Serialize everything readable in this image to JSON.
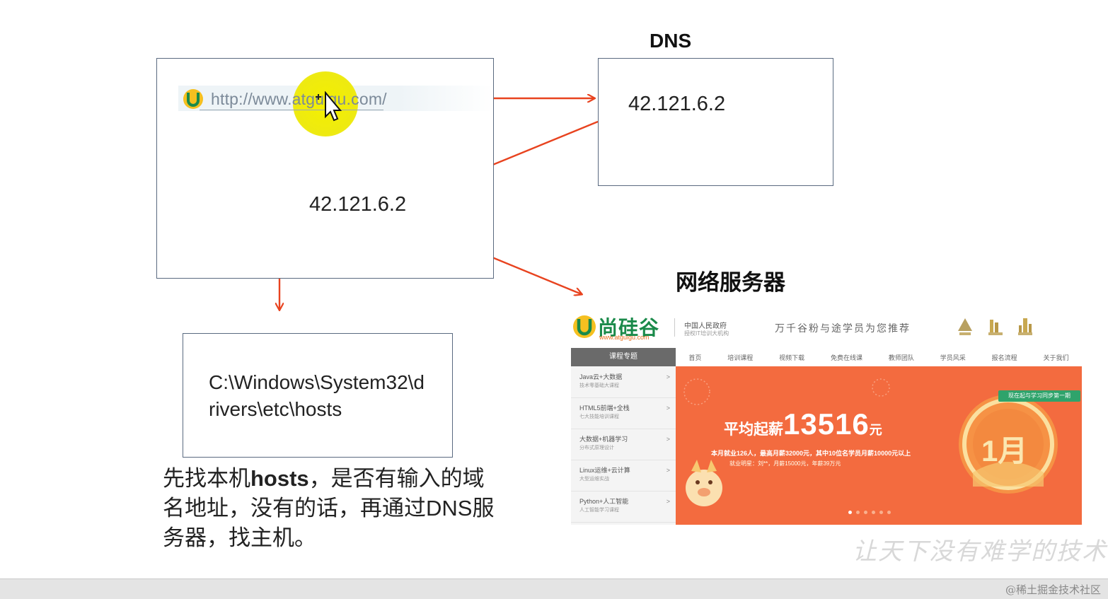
{
  "browser": {
    "url": "http://www.atguigu.com/",
    "resolved_ip": "42.121.6.2"
  },
  "dns": {
    "label": "DNS",
    "ip": "42.121.6.2"
  },
  "hosts": {
    "path": "C:\\Windows\\System32\\drivers\\etc\\hosts",
    "note_part1": "先找本机",
    "note_bold": "hosts",
    "note_part2": "，是否有输入的域名地址，没有的话，再通过DNS服务器，找主机。"
  },
  "server": {
    "label": "网络服务器",
    "site": {
      "logo_text": "尚硅谷",
      "logo_sub": "www.atguigu.com",
      "tag1": "中国人民政府",
      "tag2": "授权IT培训大机构",
      "slogan": "万千谷粉与途学员为您推荐",
      "nav_category": "课程专题",
      "nav_items": [
        "首页",
        "培训课程",
        "视频下载",
        "免费在线课",
        "教师团队",
        "学员风采",
        "报名流程",
        "关于我们"
      ],
      "side_items": [
        {
          "title": "Java云+大数据",
          "sub": "技术零基础大课程"
        },
        {
          "title": "HTML5前端+全栈",
          "sub": "七大技能培训课程"
        },
        {
          "title": "大数据+机器学习",
          "sub": "分布式原理设计"
        },
        {
          "title": "Linux运维+云计算",
          "sub": "大型运维实战"
        },
        {
          "title": "Python+人工智能",
          "sub": "人工智能学习课程"
        }
      ],
      "banner_prefix": "平均起薪",
      "banner_salary": "13516",
      "banner_unit": "元",
      "banner_line2": "本月就业126人，最高月薪32000元，其中10位名学员月薪10000元以上",
      "banner_line3": "就业明星：刘**，月薪15000元，年薪39万元",
      "banner_month": "1月",
      "banner_badge": "现在起与学习同步第一期"
    }
  },
  "watermark": {
    "script": "让天下没有难学的技术",
    "credit": "@稀土掘金技术社区"
  },
  "colors": {
    "arrow": "#e8431f",
    "box_border": "#5a6a80",
    "highlight": "#f2ee00",
    "banner": "#f36b3f",
    "brand_green": "#1a8a4a"
  },
  "icons": [
    "atguigu-logo-icon",
    "mouse-cursor-icon",
    "pig-mascot-icon",
    "medal-icon"
  ]
}
